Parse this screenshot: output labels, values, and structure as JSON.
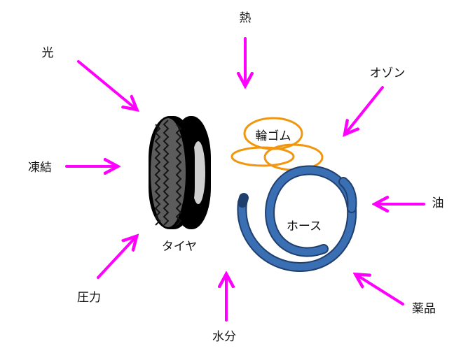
{
  "factors": {
    "heat": "熱",
    "light": "光",
    "ozone": "オゾン",
    "freezing": "凍結",
    "oil": "油",
    "pressure": "圧力",
    "chemicals": "薬品",
    "water": "水分"
  },
  "objects": {
    "tire": "タイヤ",
    "rubber_band": "輪ゴム",
    "hose": "ホース"
  },
  "colors": {
    "arrow": "#ff00ff",
    "rubber_band": "#f0960f",
    "hose_fill": "#3a6fb4",
    "hose_outline": "#1f3f6e",
    "tire": "#000000"
  }
}
